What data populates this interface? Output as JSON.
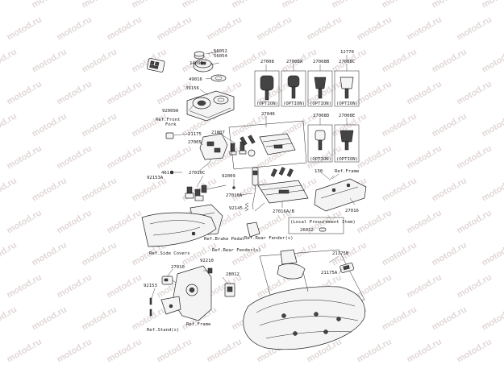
{
  "watermark": "motod.ru",
  "labels": {
    "l56052": "56052",
    "l56054": "56054",
    "l14091": "14091",
    "l49016": "49016",
    "l39156": "39156",
    "l92009A": "92009A",
    "refFrontFork1": "Ref.Front",
    "refFrontFork2": "Fork",
    "l21175": "21175",
    "l27005": "27005",
    "l461": "461",
    "l92153A": "92153A",
    "l21007": "21007",
    "l27010C": "27010C",
    "l92009": "92009",
    "l27010A": "27010A",
    "l92145": "92145",
    "refBrakePedal": "Ref.Brake Pedal",
    "refRearFender": "Ref.Rear Fender(s)",
    "refSideCovers": "Ref.Side Covers",
    "refRearFender2": "Ref.Rear Fender(s)",
    "l92210": "92210",
    "l27010": "27010",
    "l92153": "92153",
    "l28012": "28012",
    "refFrame2": "Ref.Frame",
    "refStands": "Ref.Stand(s)",
    "l12770": "12770",
    "l27008": "27008",
    "l27008A": "27008A",
    "l27008B": "27008B",
    "l27008C": "27008C",
    "l27046": "27046",
    "l27008D": "27008D",
    "l27008E": "27008E",
    "l130": "130",
    "refFrame": "Ref.Frame",
    "l27016": "27016",
    "l27016AB": "27016A/B",
    "localProcurement": "(Local Procurement Item)",
    "l26012": "26012",
    "l21175B": "21175B",
    "l21175A": "21175A",
    "option": "(OPTION)"
  }
}
